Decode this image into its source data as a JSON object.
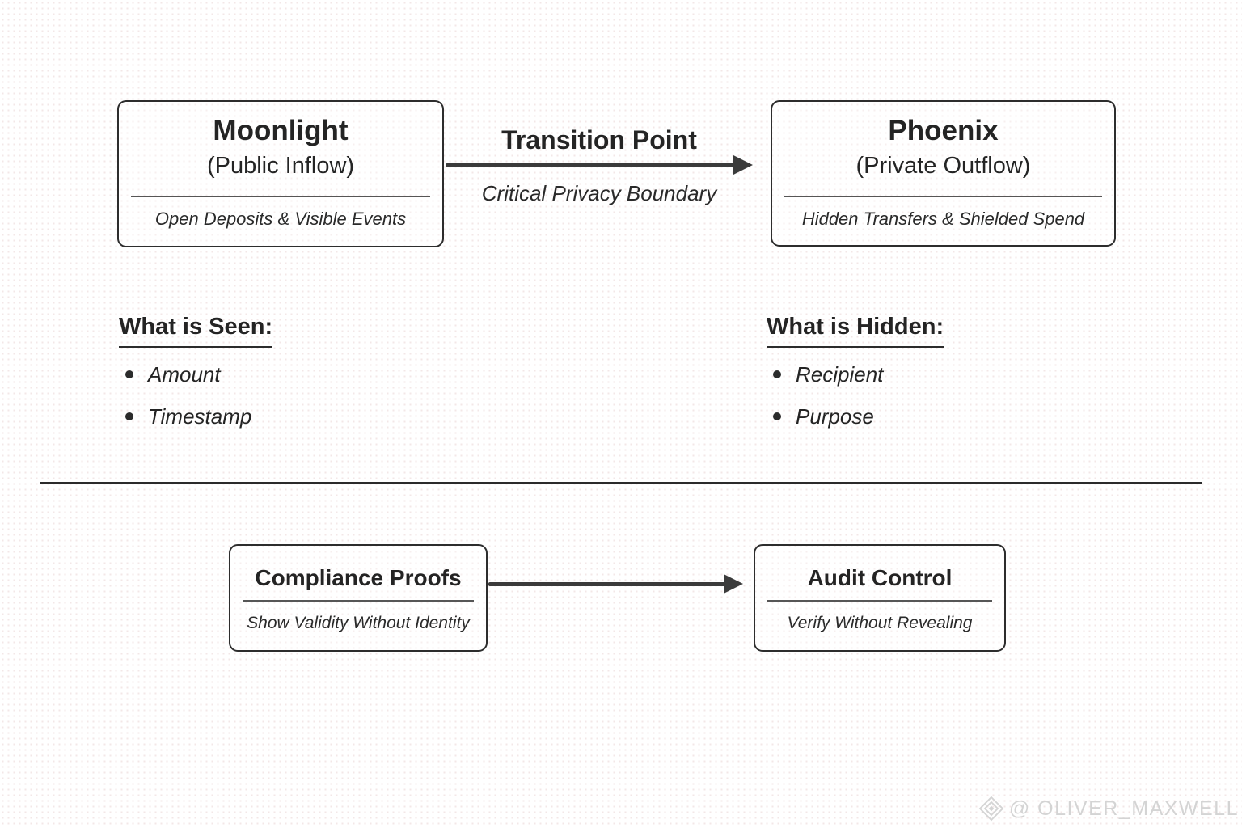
{
  "nodes": {
    "moonlight": {
      "title": "Moonlight",
      "subtitle": "(Public Inflow)",
      "note": "Open Deposits & Visible Events"
    },
    "phoenix": {
      "title": "Phoenix",
      "subtitle": "(Private Outflow)",
      "note": "Hidden Transfers & Shielded Spend"
    },
    "compliance": {
      "title": "Compliance Proofs",
      "note": "Show Validity Without Identity"
    },
    "audit": {
      "title": "Audit Control",
      "note": "Verify Without Revealing"
    }
  },
  "arrows": {
    "transition": {
      "label": "Transition Point",
      "sublabel": "Critical Privacy Boundary"
    }
  },
  "lists": {
    "seen": {
      "heading": "What is Seen:",
      "items": [
        "Amount",
        "Timestamp"
      ]
    },
    "hidden": {
      "heading": "What is Hidden:",
      "items": [
        "Recipient",
        "Purpose"
      ]
    }
  },
  "watermark": {
    "handle": "@ OLIVER_MAXWELL",
    "icon": "diamond-ornament-icon"
  },
  "colors": {
    "ink": "#242424",
    "line": "#3b3b3b",
    "watermark": "#d4d4d4",
    "background_dot": "#f3e7e7"
  }
}
